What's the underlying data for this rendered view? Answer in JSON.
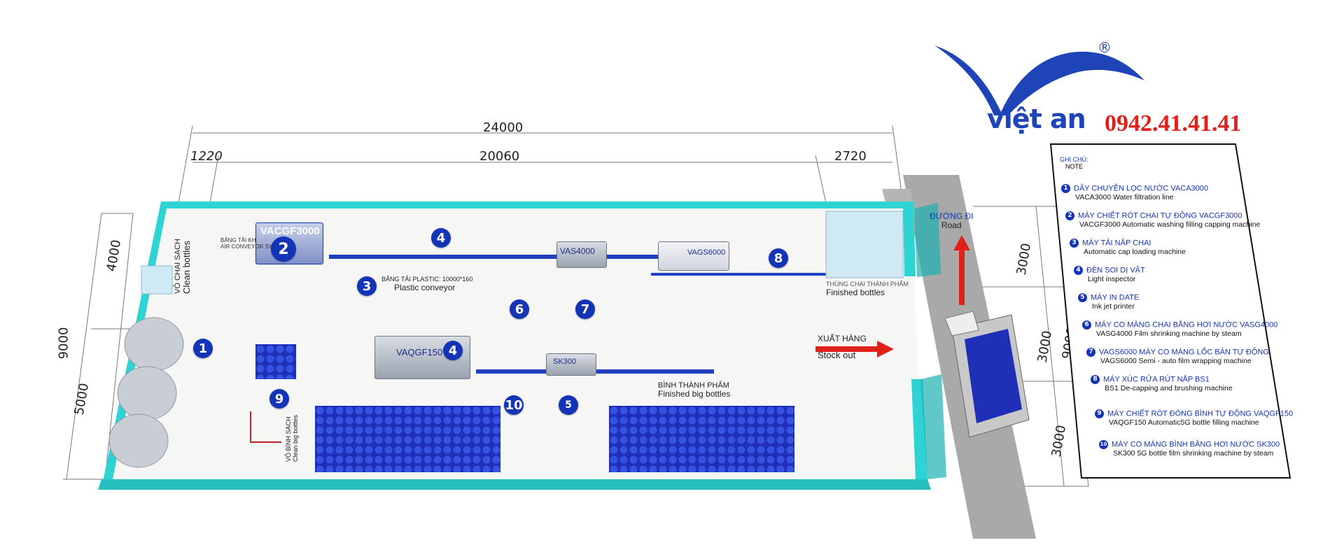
{
  "brand": {
    "name": "việt an",
    "phone": "0942.41.41.41",
    "registered": "®",
    "colors": {
      "brand_blue": "#1434b8",
      "phone_red": "#e0201b",
      "wall_cyan": "#2ed3d3",
      "road_grey": "#a9a9a9"
    }
  },
  "dimensions": {
    "top_total": "24000",
    "top_left": "1220",
    "top_middle": "20060",
    "top_right": "2720",
    "left_total": "9000",
    "left_upper": "4000",
    "left_lower": "5000",
    "right_a": "3000",
    "right_b": "3000",
    "right_c": "3000",
    "right_total": "9000"
  },
  "floor_labels": {
    "air_conveyor_vi": "BĂNG TẢI KH",
    "air_conveyor_en": "AIR CONVEYOR SY",
    "clean_bottles_vi": "VỎ CHAI SẠCH",
    "clean_bottles_en": "Clean bottles",
    "plastic_conveyor_vi": "BĂNG TẢI PLASTIC: 10000*160",
    "plastic_conveyor_en": "Plastic conveyor",
    "finished_bottles_vi": "THÙNG CHAI THÀNH PHẨM",
    "finished_bottles_en": "Finished bottles",
    "stock_out_vi": "XUẤT HÀNG",
    "stock_out_en": "Stock out",
    "road_vi": "ĐƯỜNG ĐI",
    "road_en": "Road",
    "finished_big_vi": "BÌNH THÀNH PHẨM",
    "finished_big_en": "Finished big bottles",
    "clean_big_vi": "VỎ BÌNH SẠCH",
    "clean_big_en": "Clean big bottles"
  },
  "machines": {
    "vacgf3000": "VACGF3000",
    "vas4000": "VAS4000",
    "vags6000": "VAGS6000",
    "vaqgf150": "VAQGF150",
    "sk300": "SK300"
  },
  "markers": [
    "1",
    "2",
    "3",
    "4",
    "5",
    "6",
    "7",
    "8",
    "9",
    "4",
    "10"
  ],
  "legend": {
    "title_vi": "GHI CHÚ:",
    "title_en": "NOTE",
    "items": [
      {
        "num": "1",
        "vi": "DÂY CHUYỀN LỌC NƯỚC VACA3000",
        "en": "VACA3000 Water filtration line"
      },
      {
        "num": "2",
        "vi": "MÁY CHIẾT RÓT CHAI TỰ ĐỘNG VACGF3000",
        "en": "VACGF3000 Automatic washing filling capping machine"
      },
      {
        "num": "3",
        "vi": "MÁY TẢI NẮP CHAI",
        "en": "Automatic cap loading machine"
      },
      {
        "num": "4",
        "vi": "ĐÈN SOI DỊ VẬT",
        "en": "Light inspector"
      },
      {
        "num": "5",
        "vi": "MÁY IN DATE",
        "en": "Ink jet printer"
      },
      {
        "num": "6",
        "vi": "MÁY CO MÀNG CHAI BẰNG HƠI NƯỚC VASG4000",
        "en": "VASG4000 Film shrinking machine by steam"
      },
      {
        "num": "7",
        "vi": "VAGS6000 MÁY CO MÀNG LỐC BÁN TỰ ĐỘNG",
        "en": "VAGS6000 Semi - auto film wrapping machine"
      },
      {
        "num": "8",
        "vi": "MÁY XÚC RỬA RÚT NẮP BS1",
        "en": "BS1 De-capping and brushing machine"
      },
      {
        "num": "9",
        "vi": "MÁY CHIẾT RÓT ĐÓNG BÌNH TỰ ĐỘNG VAQGF150",
        "en": "VAQGF150 Automatic5G bottle filling machine"
      },
      {
        "num": "10",
        "vi": "MÁY CO MÀNG BÌNH BẰNG HƠI NƯỚC SK300",
        "en": "SK300 5G bottle film shrinking machine by steam"
      }
    ]
  }
}
